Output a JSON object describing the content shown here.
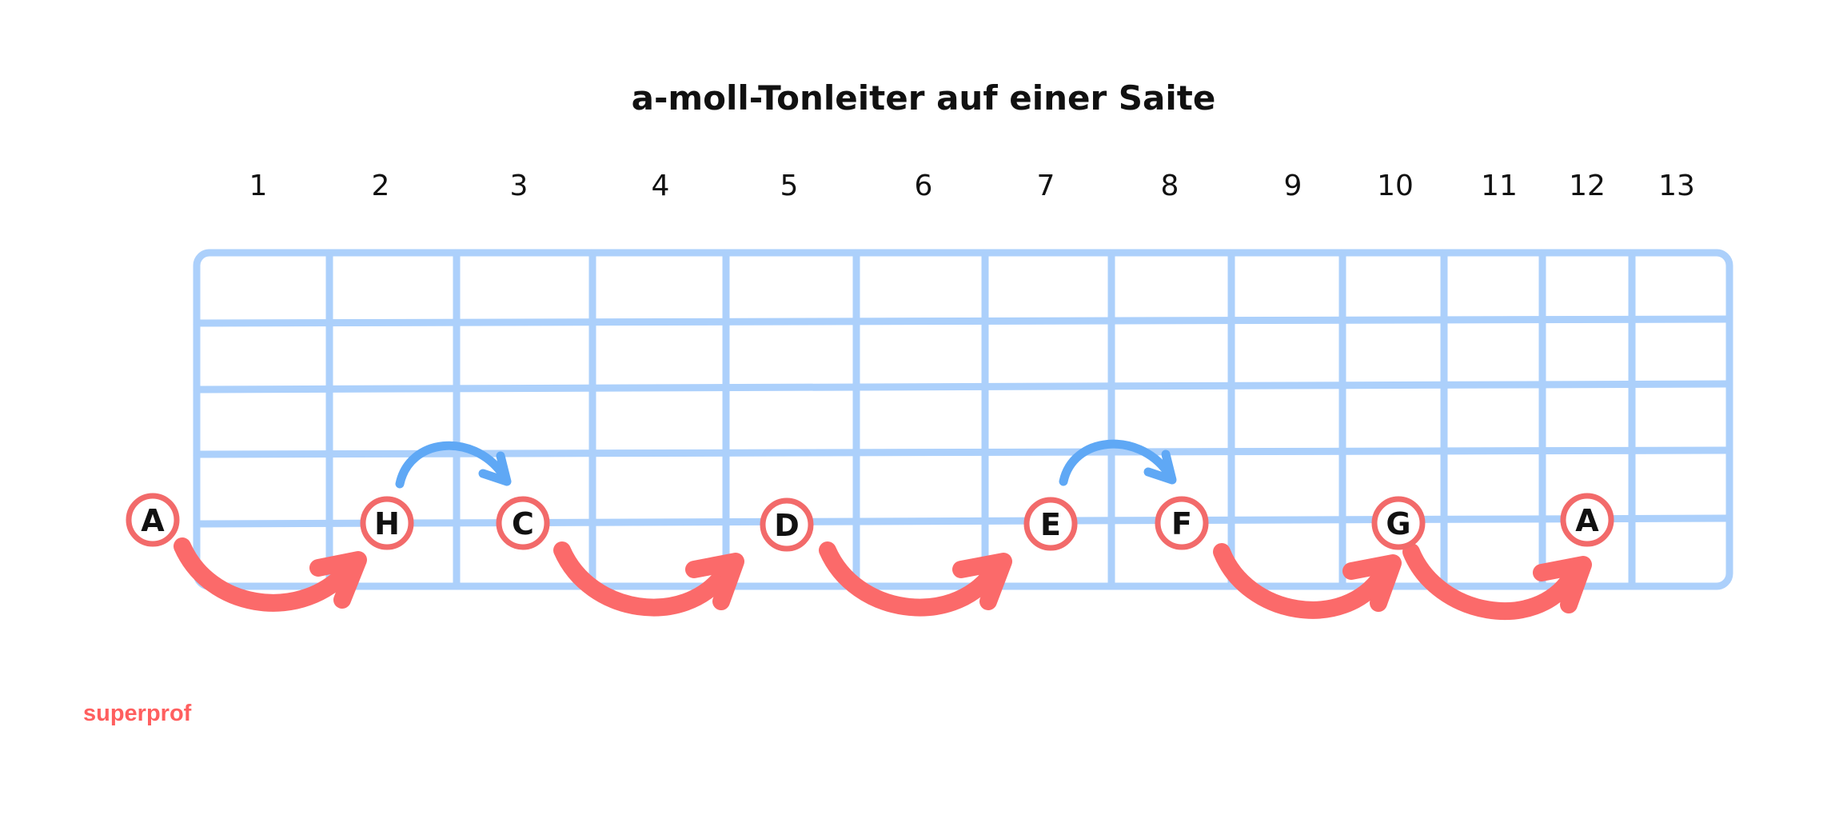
{
  "title": "a-moll-Tonleiter auf einer Saite",
  "frets": [
    "1",
    "2",
    "3",
    "4",
    "5",
    "6",
    "7",
    "8",
    "9",
    "10",
    "11",
    "12",
    "13"
  ],
  "notes": [
    "A",
    "H",
    "C",
    "D",
    "E",
    "F",
    "G",
    "A"
  ],
  "brand": "superprof",
  "colors": {
    "grid": "#acd0fb",
    "whole_step_arrow": "#fb6a6a",
    "half_step_arrow": "#5fa8f5",
    "note_ring": "#f26a6a",
    "text": "#111111"
  }
}
